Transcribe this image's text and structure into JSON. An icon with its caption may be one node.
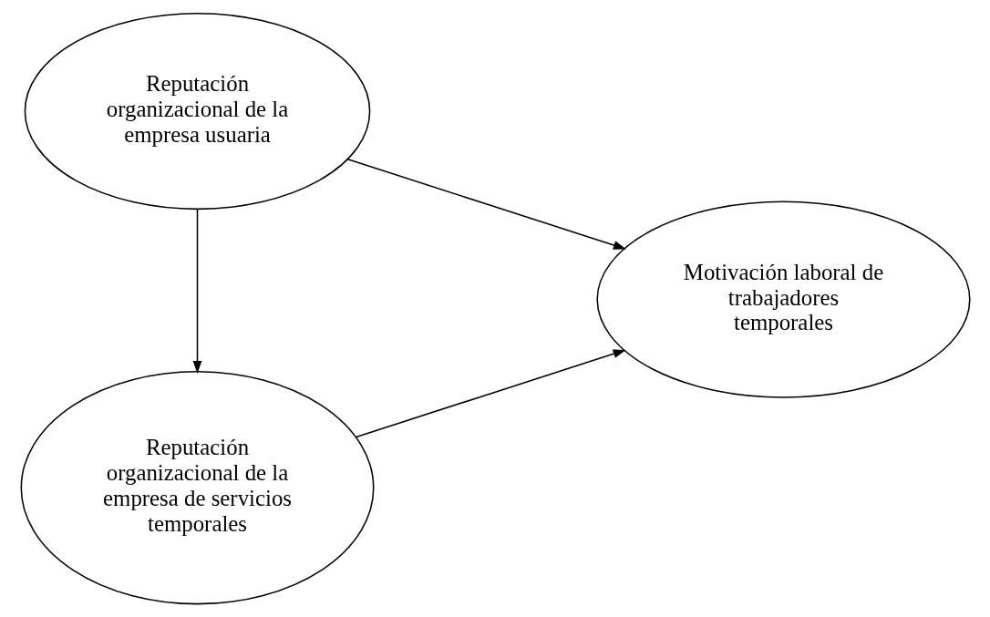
{
  "diagram": {
    "nodes": [
      {
        "text": [
          "Reputación organizacional de la empresa de servicios temporales"
        ]
      },
      {
        "text": [
          "Motivación laboral de trabajadores temporales"
        ]
      },
      {
        "text": [
          "Reputación organizacional de la empresa usuaria"
        ]
      }
    ],
    "edges": [
      {
        "from": 2,
        "to": 0,
        "arrow": "to"
      },
      {
        "from": 0,
        "to": 1,
        "arrow": "to"
      },
      {
        "from": 2,
        "to": 1,
        "arrow": "to"
      }
    ]
  }
}
